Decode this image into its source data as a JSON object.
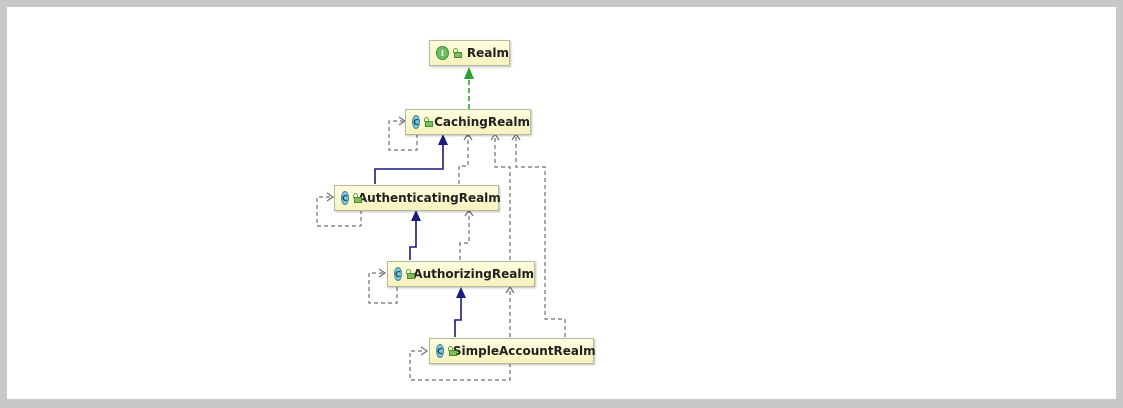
{
  "diagram": {
    "nodes": [
      {
        "id": "realm",
        "label": "Realm",
        "kind": "I",
        "kind_name": "interface"
      },
      {
        "id": "caching",
        "label": "CachingRealm",
        "kind": "C",
        "kind_name": "class"
      },
      {
        "id": "authenticating",
        "label": "AuthenticatingRealm",
        "kind": "C",
        "kind_name": "class"
      },
      {
        "id": "authorizing",
        "label": "AuthorizingRealm",
        "kind": "C",
        "kind_name": "class"
      },
      {
        "id": "simple",
        "label": "SimpleAccountRealm",
        "kind": "C",
        "kind_name": "class"
      }
    ],
    "edges": [
      {
        "from": "caching",
        "to": "realm",
        "type": "implements",
        "style": "dashed",
        "color": "#2e9e2e"
      },
      {
        "from": "authenticating",
        "to": "caching",
        "type": "extends",
        "style": "solid",
        "color": "#1a1a80"
      },
      {
        "from": "authorizing",
        "to": "authenticating",
        "type": "extends",
        "style": "solid",
        "color": "#1a1a80"
      },
      {
        "from": "simple",
        "to": "authorizing",
        "type": "extends",
        "style": "solid",
        "color": "#1a1a80"
      },
      {
        "from": "caching",
        "to": "caching",
        "type": "self-dependency",
        "style": "dashed",
        "color": "#707070"
      },
      {
        "from": "authenticating",
        "to": "authenticating",
        "type": "self-dependency",
        "style": "dashed",
        "color": "#707070"
      },
      {
        "from": "authorizing",
        "to": "authorizing",
        "type": "self-dependency",
        "style": "dashed",
        "color": "#707070"
      },
      {
        "from": "simple",
        "to": "simple",
        "type": "self-dependency",
        "style": "dashed",
        "color": "#707070"
      },
      {
        "from": "authenticating",
        "to": "caching",
        "type": "dependency",
        "style": "dashed",
        "color": "#707070"
      },
      {
        "from": "authorizing",
        "to": "authenticating",
        "type": "dependency",
        "style": "dashed",
        "color": "#707070"
      },
      {
        "from": "authorizing",
        "to": "caching",
        "type": "dependency",
        "style": "dashed",
        "color": "#707070"
      },
      {
        "from": "simple",
        "to": "authorizing",
        "type": "dependency",
        "style": "dashed",
        "color": "#707070"
      },
      {
        "from": "simple",
        "to": "caching",
        "type": "dependency",
        "style": "dashed",
        "color": "#707070"
      }
    ],
    "colors": {
      "node_fill": "#fbf8cc",
      "node_border": "#b8b89a",
      "interface_badge": "#6cbf5e",
      "class_badge": "#7ec5d8",
      "implements_arrow": "#2e9e2e",
      "extends_arrow": "#1a1a80",
      "dependency_arrow": "#707070"
    },
    "icons": {
      "interface": "interface-badge-icon",
      "class": "class-badge-icon",
      "visibility": "public-lock-icon"
    }
  }
}
